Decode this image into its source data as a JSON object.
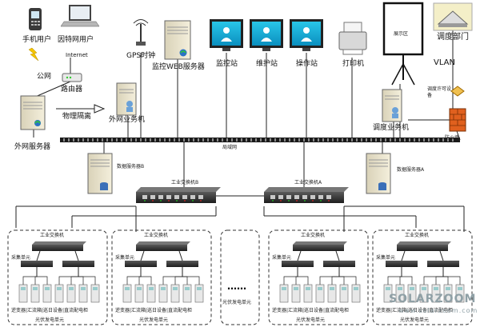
{
  "nodes": {
    "mobile_user": "手机用户",
    "internet_user": "因特网用户",
    "internet": "Internet",
    "public_net": "公网",
    "router": "路由器",
    "physical_isolation": "物理隔离",
    "external_server": "外网服务器",
    "external_business": "外网业务机",
    "gps_clock": "GPS时钟",
    "monitor_web_server": "监控WEB服务器",
    "monitor_station": "监控站",
    "maintenance_station": "维护站",
    "operator_station": "操作站",
    "printer": "打印机",
    "display_area": "展示区",
    "dispatch_dept": "调度部门",
    "vlan": "VLAN",
    "dispatch_permit_device": "调度许可设备",
    "dispatch_business": "调度业务机",
    "firewall": "防火墙",
    "lan": "局域网",
    "data_server_b": "数据服务器B",
    "data_server_a": "数据服务器A",
    "industrial_switch_b": "工业交换机B",
    "industrial_switch_a": "工业交换机A",
    "ellipsis": "……",
    "pv_unit_middle": "光伏发电单元"
  },
  "units": [
    {
      "switch": "工业交换机",
      "collector": "采集单元",
      "equipment": "逆变器|汇流箱|巡日设备|直流配电柜",
      "unit": "光伏发电单元"
    },
    {
      "switch": "工业交换机",
      "collector": "采集单元",
      "equipment": "逆变器|汇流箱|巡日设备|直流配电柜",
      "unit": "光伏发电单元"
    },
    {
      "switch": "工业交换机",
      "collector": "采集单元",
      "equipment": "逆变器|汇流箱|巡日设备|直流配电柜",
      "unit": "光伏发电单元"
    },
    {
      "switch": "工业交换机",
      "collector": "采集单元",
      "equipment": "逆变器|汇流箱|巡日设备|直流配电柜",
      "unit": "光伏发电单元"
    }
  ],
  "watermark": {
    "logo": "SOLARZOOM",
    "url": "www.solarzoom.com"
  }
}
